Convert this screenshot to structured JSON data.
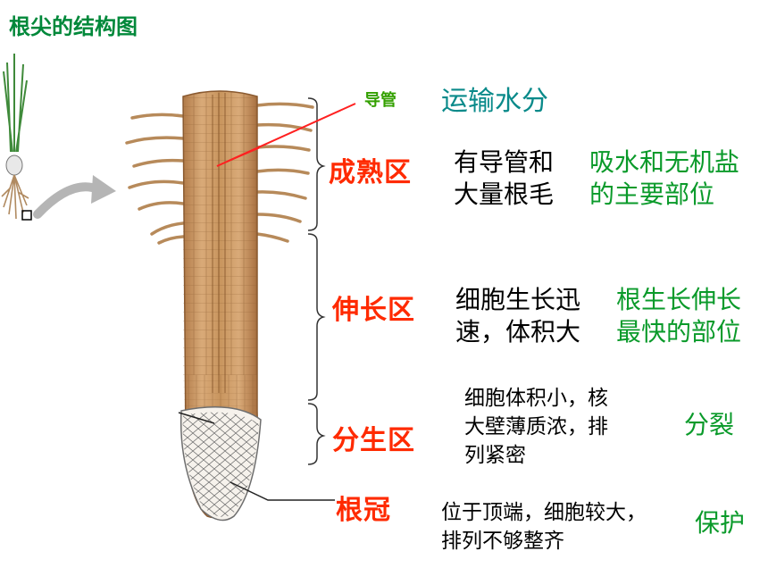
{
  "title": "根尖的结构图",
  "vessel": {
    "label": "导管",
    "function": "运输水分"
  },
  "zones": [
    {
      "label": "成熟区",
      "desc": [
        "有导管和",
        "大量根毛"
      ],
      "function": [
        "吸水和无机盐",
        "的主要部位"
      ]
    },
    {
      "label": "伸长区",
      "desc": [
        "细胞生长迅",
        "速，体积大"
      ],
      "function": [
        "根生长伸长",
        "最快的部位"
      ]
    },
    {
      "label": "分生区",
      "desc": [
        "细胞体积小，核",
        "大壁薄质浓，排",
        "列紧密"
      ],
      "function": [
        "分裂"
      ]
    },
    {
      "label": "根冠",
      "desc": [
        "位于顶端，细胞较大，",
        "排列不够整齐"
      ],
      "function": [
        "保护"
      ]
    }
  ],
  "colors": {
    "zone_label": "#ff2a00",
    "function_green": "#0a9a2a",
    "function_teal": "#0a8a8a",
    "title": "#00883a",
    "root_tissue": "#c89a6a"
  }
}
